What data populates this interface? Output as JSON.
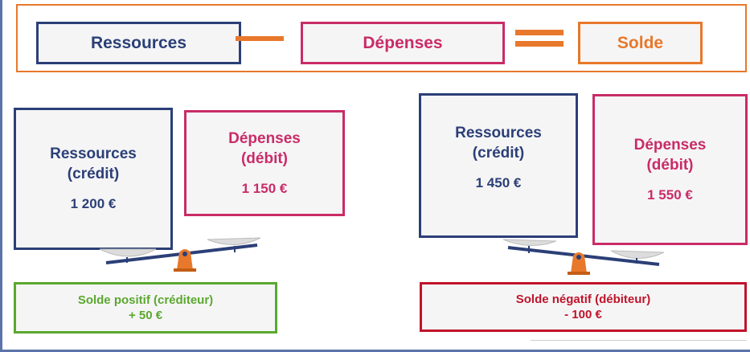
{
  "formula": {
    "ressources": "Ressources",
    "depenses": "Dépenses",
    "solde": "Solde"
  },
  "left_example": {
    "ressources_title": "Ressources",
    "ressources_sub": "(crédit)",
    "ressources_amount": "1 200 €",
    "depenses_title": "Dépenses",
    "depenses_sub": "(débit)",
    "depenses_amount": "1 150 €",
    "solde_label": "Solde positif (créditeur)",
    "solde_value": "+ 50 €"
  },
  "right_example": {
    "ressources_title": "Ressources",
    "ressources_sub": "(crédit)",
    "ressources_amount": "1 450 €",
    "depenses_title": "Dépenses",
    "depenses_sub": "(débit)",
    "depenses_amount": "1 550 €",
    "solde_label": "Solde négatif (débiteur)",
    "solde_value": "- 100 €"
  },
  "colors": {
    "ressources": "#2b3f77",
    "depenses": "#c92c66",
    "solde": "#e8782b",
    "positif": "#5ba82f",
    "negatif": "#c0142b"
  },
  "icons": [
    "minus-sign",
    "equals-sign",
    "balance-scale-icon"
  ]
}
